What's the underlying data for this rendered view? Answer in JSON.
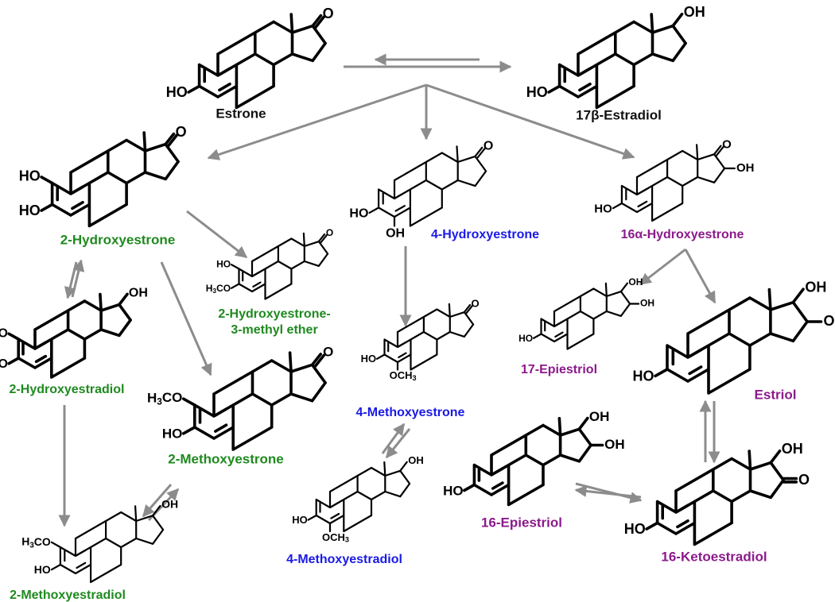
{
  "colors": {
    "arrow": "#8c8c8c",
    "bond": "#000000",
    "label_black": "#111111",
    "label_green": "#1f8a1f",
    "label_blue": "#1a1ae6",
    "label_purple": "#8b1a8b"
  },
  "compounds": [
    {
      "key": "estrone",
      "name": "Estrone",
      "color": "black",
      "groups": {
        "d17": "O",
        "a3": "HO"
      }
    },
    {
      "key": "estradiol",
      "name": "17β-Estradiol",
      "color": "black",
      "groups": {
        "s17": "OH",
        "a3": "HO"
      }
    },
    {
      "key": "hydroxyestrone2",
      "name": "2-Hydroxyestrone",
      "color": "green",
      "groups": {
        "d17": "O",
        "a2": "HO",
        "a3": "HO"
      }
    },
    {
      "key": "hydroxyestrone4",
      "name": "4-Hydroxyestrone",
      "color": "blue",
      "groups": {
        "d17": "O",
        "a3": "HO",
        "a4": "OH"
      }
    },
    {
      "key": "hydroxyestrone16a",
      "name": "16α-Hydroxyestrone",
      "color": "purple",
      "groups": {
        "d17": "O",
        "c16": "OH",
        "a3": "HO"
      }
    },
    {
      "key": "hydroxyestrone2_3me",
      "name_lines": [
        "2-Hydroxyestrone-",
        "3-methyl ether"
      ],
      "color": "green",
      "groups": {
        "d17": "O",
        "a2": "HO",
        "a3": "H3CO"
      }
    },
    {
      "key": "hydroxyestradiol2",
      "name": "2-Hydroxyestradiol",
      "color": "green",
      "groups": {
        "s17": "OH",
        "a2": "HO",
        "a3": "HO"
      }
    },
    {
      "key": "methoxyestrone4",
      "name": "4-Methoxyestrone",
      "color": "blue",
      "groups": {
        "d17": "O",
        "a3": "HO",
        "a4": "OCH3"
      }
    },
    {
      "key": "epiestriol17",
      "name": "17-Epiestriol",
      "color": "purple",
      "groups": {
        "s17": "OH",
        "c16": "OH",
        "a3": "HO"
      }
    },
    {
      "key": "estriol",
      "name": "Estriol",
      "color": "purple",
      "groups": {
        "s17": "OH",
        "c16": "OH",
        "a3": "HO"
      }
    },
    {
      "key": "methoxyestrone2",
      "name": "2-Methoxyestrone",
      "color": "green",
      "groups": {
        "d17": "O",
        "a2": "H3CO",
        "a3": "HO"
      }
    },
    {
      "key": "epiestriol16",
      "name": "16-Epiestriol",
      "color": "purple",
      "groups": {
        "s17": "OH",
        "c16": "OH",
        "a3": "HO"
      }
    },
    {
      "key": "methoxyestradiol4",
      "name": "4-Methoxyestradiol",
      "color": "blue",
      "groups": {
        "s17": "OH",
        "a3": "HO",
        "a4": "OCH3"
      }
    },
    {
      "key": "ketoestradiol16",
      "name": "16-Ketoestradiol",
      "color": "purple",
      "groups": {
        "s17": "OH",
        "d16": "O",
        "a3": "HO"
      }
    },
    {
      "key": "methoxyestradiol2",
      "name": "2-Methoxyestradiol",
      "color": "green",
      "groups": {
        "s17": "OH",
        "a2": "H3CO",
        "a3": "HO"
      }
    }
  ],
  "arrows": [
    {
      "from": "estradiol",
      "to": "estrone",
      "kind": "reversible"
    },
    {
      "from": "estrone",
      "to": "hydroxyestrone2",
      "kind": "forward"
    },
    {
      "from": "estrone",
      "to": "hydroxyestrone4",
      "kind": "forward"
    },
    {
      "from": "estrone",
      "to": "hydroxyestrone16a",
      "kind": "forward"
    },
    {
      "from": "hydroxyestrone2",
      "to": "hydroxyestrone2_3me",
      "kind": "forward"
    },
    {
      "from": "hydroxyestrone2",
      "to": "methoxyestrone2",
      "kind": "forward"
    },
    {
      "from": "hydroxyestrone2",
      "to": "hydroxyestradiol2",
      "kind": "reversible"
    },
    {
      "from": "hydroxyestradiol2",
      "to": "methoxyestradiol2",
      "kind": "forward"
    },
    {
      "from": "methoxyestrone2",
      "to": "methoxyestradiol2",
      "kind": "reversible"
    },
    {
      "from": "hydroxyestrone4",
      "to": "methoxyestrone4",
      "kind": "forward"
    },
    {
      "from": "methoxyestrone4",
      "to": "methoxyestradiol4",
      "kind": "reversible"
    },
    {
      "from": "hydroxyestrone16a",
      "to": "epiestriol17",
      "kind": "forward"
    },
    {
      "from": "hydroxyestrone16a",
      "to": "estriol",
      "kind": "forward"
    },
    {
      "from": "estriol",
      "to": "ketoestradiol16",
      "kind": "reversible"
    },
    {
      "from": "epiestriol16",
      "to": "ketoestradiol16",
      "kind": "reversible"
    }
  ]
}
